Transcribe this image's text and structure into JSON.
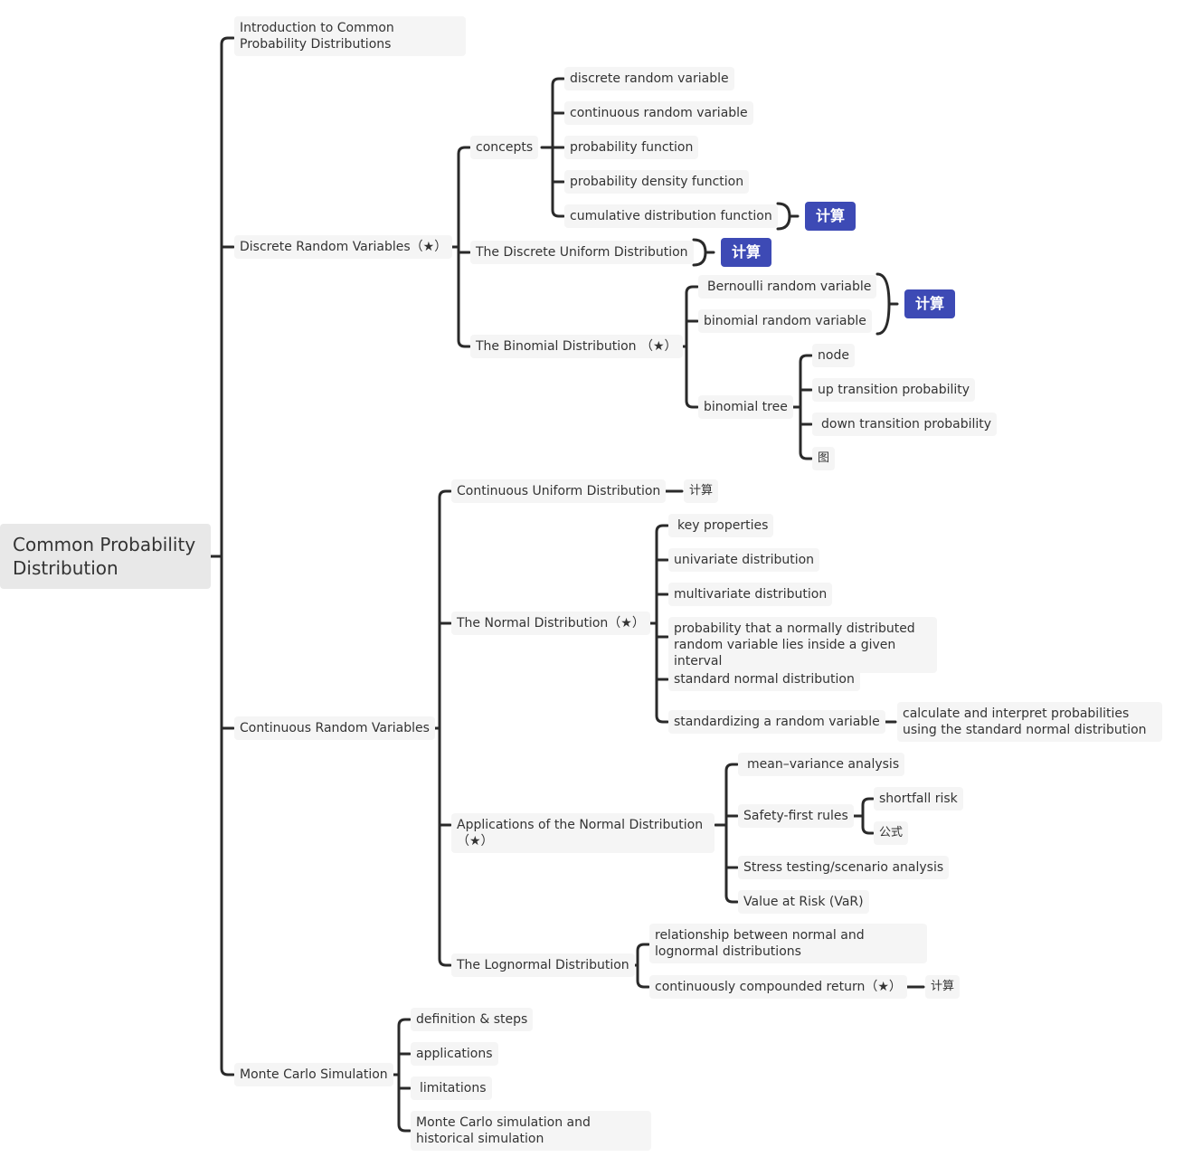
{
  "root": "Common Probability Distribution",
  "nodes": {
    "intro": "Introduction to Common Probability Distributions",
    "discrete": "Discrete Random Variables（★）",
    "concepts": "concepts",
    "c_drv": "discrete random variable",
    "c_crv": "continuous random variable",
    "c_pf": "probability function",
    "c_pdf": "probability density function",
    "c_cdf": "cumulative distribution function",
    "dud": "The Discrete Uniform Distribution",
    "binom": "The Binomial Distribution （★）",
    "bern": "Bernoulli random variable",
    "binrv": "binomial random variable",
    "bintree": "binomial tree",
    "bt_node": "node",
    "bt_up": "up transition probability",
    "bt_down": "down transition probability",
    "bt_fig": "图",
    "continuous": "Continuous Random Variables",
    "cud": "Continuous Uniform Distribution",
    "cud_calc": "计算",
    "normal": "The Normal Distribution（★）",
    "n_key": "key properties",
    "n_uni": "univariate distribution",
    "n_multi": "multivariate distribution",
    "n_prob": "probability that a normally distributed random variable lies inside a given interval",
    "n_std": "standard normal distribution",
    "n_stdz": "standardizing a random variable",
    "n_calc": "calculate and interpret probabilities using the standard normal distribution",
    "apps": "Applications of the Normal Distribution（★）",
    "a_mv": "mean–variance analysis",
    "a_sf": "Safety-first rules",
    "a_short": "shortfall risk",
    "a_formula": "公式",
    "a_stress": "Stress testing/scenario analysis",
    "a_var": "Value at Risk (VaR)",
    "logn": "The Lognormal Distribution",
    "l_rel": "relationship between normal and lognormal distributions",
    "l_ccr": "continuously compounded return（★）",
    "l_calc": "计算",
    "mc": "Monte Carlo Simulation",
    "mc_def": "definition & steps",
    "mc_app": "applications",
    "mc_lim": "limitations",
    "mc_hist": "Monte Carlo simulation and historical simulation"
  },
  "tags": {
    "cdf_calc": "计算",
    "dud_calc": "计算",
    "binom_calc": "计算"
  },
  "colors": {
    "tag": "#3d4ab5",
    "line": "#2a2a2a",
    "node_bg": "#f5f5f5",
    "root_bg": "#e8e8e8"
  }
}
